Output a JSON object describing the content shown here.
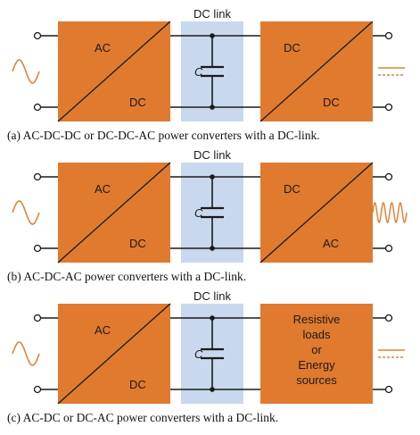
{
  "colors": {
    "block": "#e07a2f",
    "dc_link_band": "#c8d8ee",
    "wire": "#1a1a1a",
    "wave": "#d9863f"
  },
  "diagrams": [
    {
      "id": "a",
      "dc_link_label": "DC link",
      "capacitor_label": "C",
      "left_block": {
        "top": "AC",
        "bottom": "DC"
      },
      "right_block": {
        "top": "DC",
        "bottom": "DC"
      },
      "left_source": "ac-wave",
      "right_output": "dc-lines",
      "caption": "(a)  AC-DC-DC or DC-DC-AC power converters with a DC-link."
    },
    {
      "id": "b",
      "dc_link_label": "DC link",
      "capacitor_label": "C",
      "left_block": {
        "top": "AC",
        "bottom": "DC"
      },
      "right_block": {
        "top": "DC",
        "bottom": "AC"
      },
      "left_source": "ac-wave",
      "right_output": "ac-wave-high-freq",
      "caption": "(b)  AC-DC-AC power converters with a DC-link."
    },
    {
      "id": "c",
      "dc_link_label": "DC link",
      "capacitor_label": "C",
      "left_block": {
        "top": "AC",
        "bottom": "DC"
      },
      "right_block_lines": [
        "Resistive",
        "loads",
        "or",
        "Energy",
        "sources"
      ],
      "left_source": "ac-wave",
      "right_output": "dc-lines",
      "caption": "(c)  AC-DC or DC-AC power converters with a DC-link."
    }
  ]
}
